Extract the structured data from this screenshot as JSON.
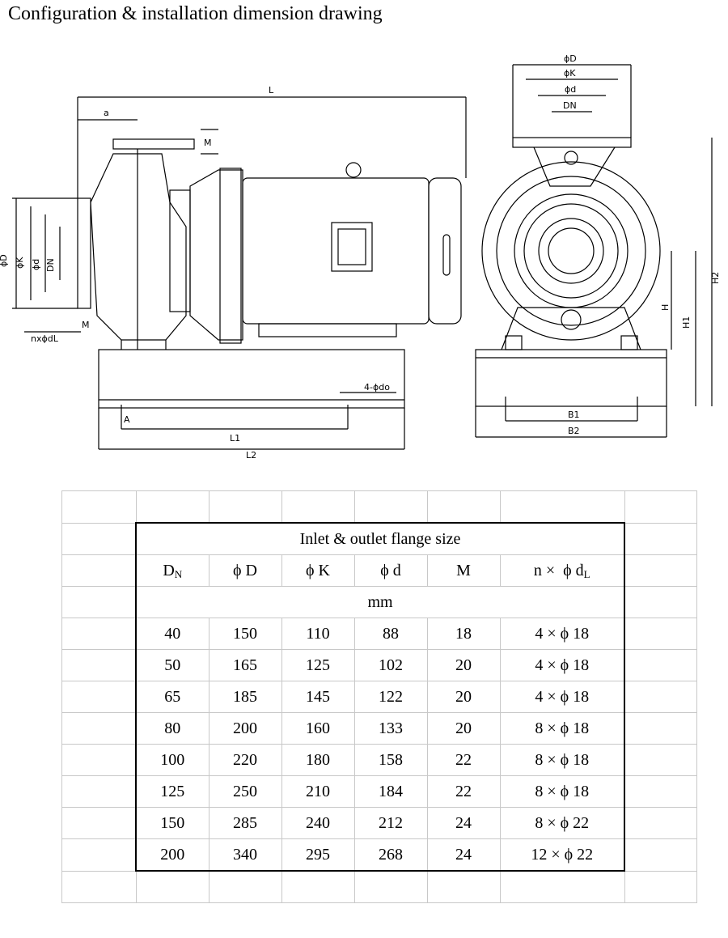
{
  "title": "Configuration & installation dimension drawing",
  "drawing_labels": {
    "L": "L",
    "a": "a",
    "M": "M",
    "D": "ϕD",
    "K": "ϕK",
    "d": "ϕd",
    "DN": "DN",
    "nd": "nxϕdL",
    "A": "A",
    "L1": "L1",
    "L2": "L2",
    "do": "4-ϕdo",
    "H": "H",
    "H1": "H1",
    "H2": "H2",
    "B1": "B1",
    "B2": "B2"
  },
  "table": {
    "caption": "Inlet & outlet flange size",
    "headers": [
      "DN",
      "ϕ D",
      "ϕ K",
      "ϕ d",
      "M",
      "n × ϕ dL"
    ],
    "unit": "mm",
    "rows": [
      [
        "40",
        "150",
        "110",
        "88",
        "18",
        "4 × ϕ 18"
      ],
      [
        "50",
        "165",
        "125",
        "102",
        "20",
        "4 × ϕ 18"
      ],
      [
        "65",
        "185",
        "145",
        "122",
        "20",
        "4 × ϕ 18"
      ],
      [
        "80",
        "200",
        "160",
        "133",
        "20",
        "8 × ϕ 18"
      ],
      [
        "100",
        "220",
        "180",
        "158",
        "22",
        "8 × ϕ 18"
      ],
      [
        "125",
        "250",
        "210",
        "184",
        "22",
        "8 × ϕ 18"
      ],
      [
        "150",
        "285",
        "240",
        "212",
        "24",
        "8 × ϕ 22"
      ],
      [
        "200",
        "340",
        "295",
        "268",
        "24",
        "12 × ϕ 22"
      ]
    ]
  }
}
